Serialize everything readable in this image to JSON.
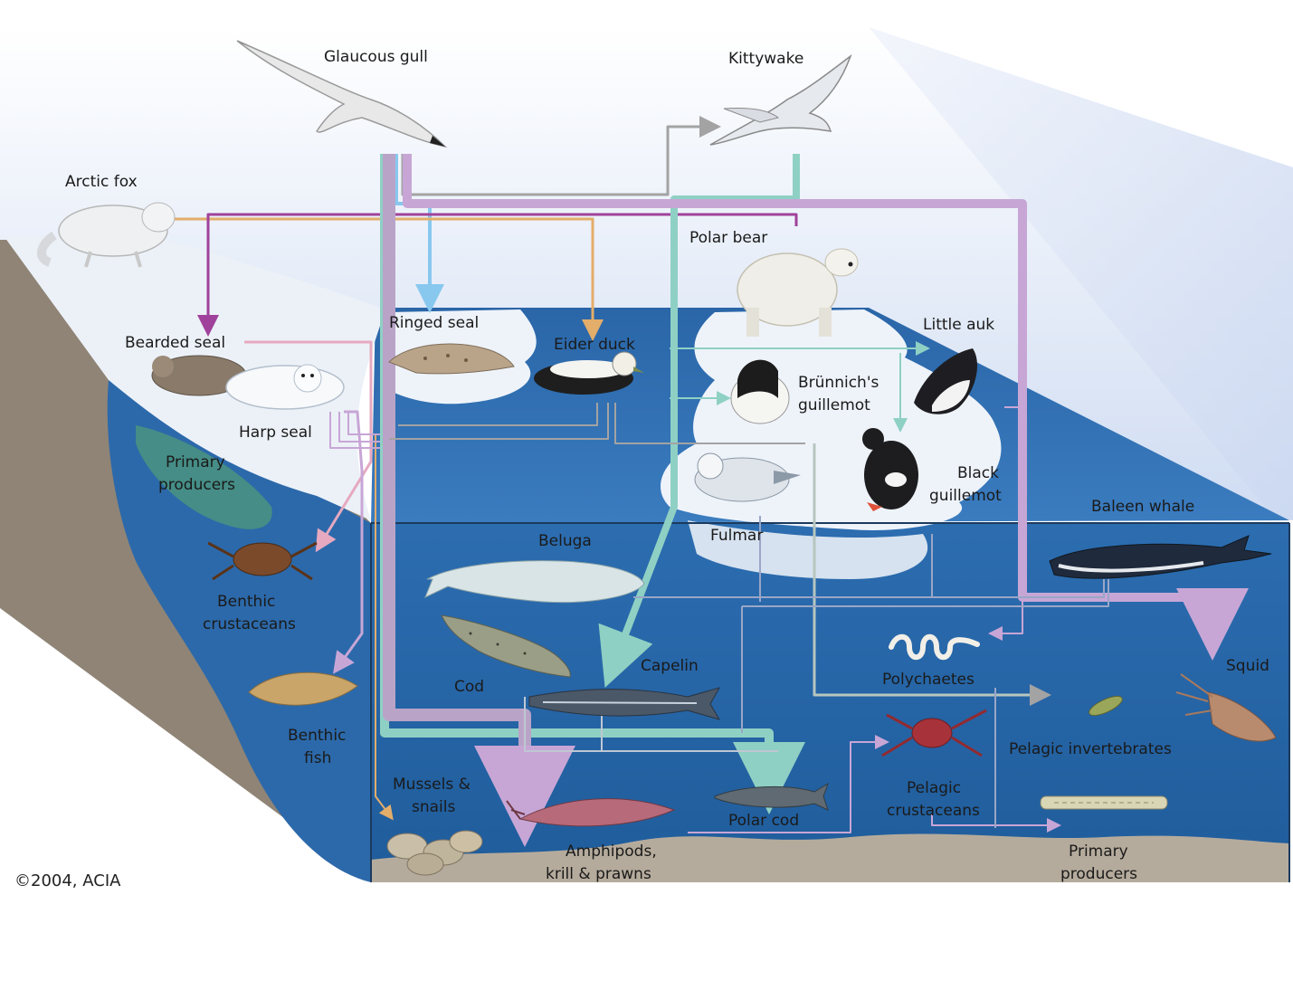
{
  "labels": {
    "glaucous_gull": "Glaucous gull",
    "kittywake": "Kittywake",
    "arctic_fox": "Arctic fox",
    "polar_bear": "Polar bear",
    "ringed_seal": "Ringed seal",
    "bearded_seal": "Bearded seal",
    "eider_duck": "Eider duck",
    "little_auk": "Little auk",
    "brunnichs_line1": "Brünnich's",
    "brunnichs_line2": "guillemot",
    "harp_seal": "Harp seal",
    "primary_producers_ice_line1": "Primary",
    "primary_producers_ice_line2": "producers",
    "black_guillemot_line1": "Black",
    "black_guillemot_line2": "guillemot",
    "baleen_whale": "Baleen whale",
    "fulmar": "Fulmar",
    "beluga": "Beluga",
    "benthic_crustaceans_line1": "Benthic",
    "benthic_crustaceans_line2": "crustaceans",
    "capelin": "Capelin",
    "cod": "Cod",
    "polychaetes": "Polychaetes",
    "squid": "Squid",
    "benthic_fish_line1": "Benthic",
    "benthic_fish_line2": "fish",
    "pelagic_invertebrates": "Pelagic invertebrates",
    "mussels_line1": "Mussels &",
    "mussels_line2": "snails",
    "pelagic_crustaceans_line1": "Pelagic",
    "pelagic_crustaceans_line2": "crustaceans",
    "polar_cod": "Polar cod",
    "amphipods_line1": "Amphipods,",
    "amphipods_line2": "krill & prawns",
    "primary_producers_sea_line1": "Primary",
    "primary_producers_sea_line2": "producers"
  },
  "credit": "©2004, ACIA",
  "colors": {
    "sky": "#dfe7f6",
    "sea": "#2f6fb0",
    "sea_front": "#2d6aa8",
    "ice": "#eaf0f7",
    "seabed": "#a89f92",
    "teal": "#8fd0c4",
    "magenta": "#a0429b",
    "lilac": "#c7a6d6",
    "pink": "#e6a9c0",
    "blue_arrow": "#88c8ee",
    "orange": "#e3ad6a",
    "grey": "#9a9a9a"
  }
}
